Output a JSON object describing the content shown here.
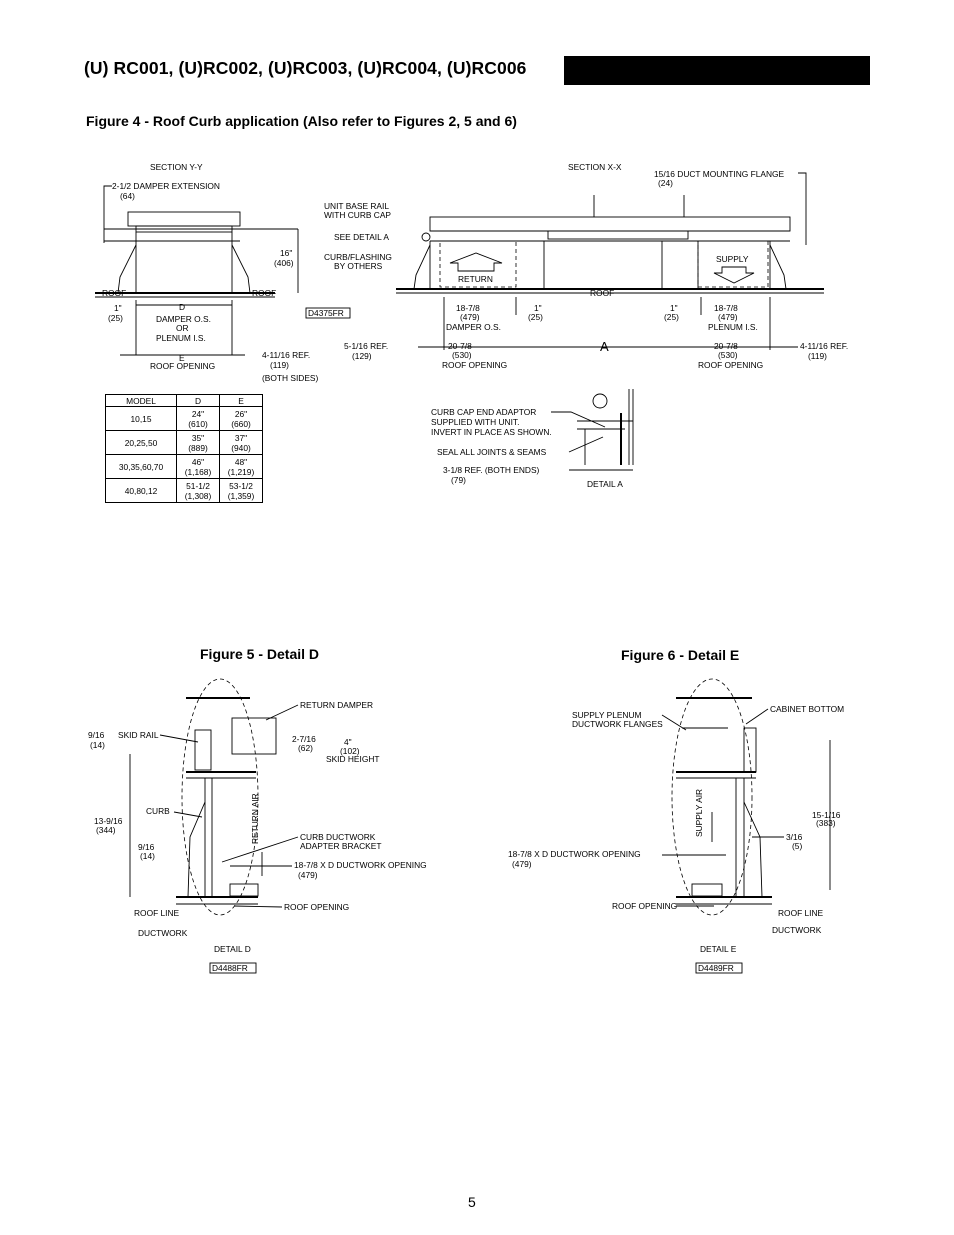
{
  "header": {
    "title": "(U) RC001, (U)RC002, (U)RC003, (U)RC004, (U)RC006"
  },
  "figure4": {
    "caption": "Figure 4 - Roof Curb application (Also refer to Figures 2, 5 and 6)",
    "section_yy": {
      "title": "SECTION Y-Y",
      "damper_ext": "2-1/2 DAMPER EXTENSION",
      "damper_ext_mm": "(64)",
      "height": "16\"",
      "height_mm": "(406)",
      "roof_left": "ROOF",
      "roof_right": "ROOF",
      "gap": "1\"",
      "gap_mm": "(25)",
      "d_letter": "D",
      "d_line1": "DAMPER O.S.",
      "d_line2": "OR",
      "d_line3": "PLENUM I.S.",
      "e_letter": "E",
      "e_label": "ROOF OPENING",
      "ref": "4-11/16 REF.",
      "ref_mm": "(119)",
      "ref_note": "(BOTH SIDES)",
      "drawing_no": "D4375FR"
    },
    "section_xx": {
      "title": "SECTION X-X",
      "flange": "15/16 DUCT MOUNTING FLANGE",
      "flange_mm": "(24)",
      "base_rail_1": "UNIT BASE RAIL",
      "base_rail_2": "WITH CURB CAP",
      "see_detail": "SEE DETAIL A",
      "curb_flash_1": "CURB/FLASHING",
      "curb_flash_2": "BY OTHERS",
      "return": "RETURN",
      "supply": "SUPPLY",
      "roof": "ROOF",
      "left_dim": "18-7/8",
      "left_dim_mm": "(479)",
      "left_dim_label": "DAMPER O.S.",
      "gap1": "1\"",
      "gap1_mm": "(25)",
      "gap2": "1\"",
      "gap2_mm": "(25)",
      "right_dim": "18-7/8",
      "right_dim_mm": "(479)",
      "right_dim_label": "PLENUM I.S.",
      "ref_left": "5-1/16 REF.",
      "ref_left_mm": "(129)",
      "open_left": "20-7/8",
      "open_left_mm": "(530)",
      "open_left_label": "ROOF OPENING",
      "a_letter": "A",
      "open_right": "20-7/8",
      "open_right_mm": "(530)",
      "open_right_label": "ROOF OPENING",
      "ref_right": "4-11/16 REF.",
      "ref_right_mm": "(119)"
    },
    "table": {
      "headers": [
        "MODEL",
        "D",
        "E"
      ],
      "rows": [
        {
          "model": "10,15",
          "d": "24\"",
          "d_mm": "(610)",
          "e": "26\"",
          "e_mm": "(660)"
        },
        {
          "model": "20,25,50",
          "d": "35\"",
          "d_mm": "(889)",
          "e": "37\"",
          "e_mm": "(940)"
        },
        {
          "model": "30,35,60,70",
          "d": "46\"",
          "d_mm": "(1,168)",
          "e": "48\"",
          "e_mm": "(1,219)"
        },
        {
          "model": "40,80,12",
          "d": "51-1/2",
          "d_mm": "(1,308)",
          "e": "53-1/2",
          "e_mm": "(1,359)"
        }
      ]
    },
    "detail_a": {
      "adaptor_1": "CURB CAP END ADAPTOR",
      "adaptor_2": "SUPPLIED WITH UNIT.",
      "adaptor_3": "INVERT IN PLACE AS SHOWN.",
      "seal": "SEAL ALL JOINTS & SEAMS",
      "ref": "3-1/8 REF. (BOTH ENDS)",
      "ref_mm": "(79)",
      "label": "DETAIL A"
    }
  },
  "figure5": {
    "caption": "Figure 5 - Detail D",
    "return_damper": "RETURN DAMPER",
    "skid_rail": "SKID RAIL",
    "dim_916a": "9/16",
    "dim_916a_mm": "(14)",
    "dim_2716": "2-7/16",
    "dim_2716_mm": "(62)",
    "dim_4": "4\"",
    "dim_4_mm": "(102)",
    "skid_height": "SKID HEIGHT",
    "curb": "CURB",
    "dim_13916": "13-9/16",
    "dim_13916_mm": "(344)",
    "return_air": "RETURN AIR",
    "bracket_1": "CURB DUCTWORK",
    "bracket_2": "ADAPTER BRACKET",
    "dim_916b": "9/16",
    "dim_916b_mm": "(14)",
    "opening": "18-7/8 X D DUCTWORK OPENING",
    "opening_mm": "(479)",
    "roof_line": "ROOF LINE",
    "roof_opening": "ROOF OPENING",
    "ductwork": "DUCTWORK",
    "label": "DETAIL D",
    "drawing_no": "D4488FR"
  },
  "figure6": {
    "caption": "Figure 6 - Detail E",
    "plenum_1": "SUPPLY PLENUM",
    "plenum_2": "DUCTWORK FLANGES",
    "cabinet": "CABINET BOTTOM",
    "supply_air": "SUPPLY AIR",
    "dim_15116": "15-1/16",
    "dim_15116_mm": "(383)",
    "dim_316": "3/16",
    "dim_316_mm": "(5)",
    "opening": "18-7/8 X D DUCTWORK OPENING",
    "opening_mm": "(479)",
    "roof_opening": "ROOF OPENING",
    "roof_line": "ROOF LINE",
    "ductwork": "DUCTWORK",
    "label": "DETAIL E",
    "drawing_no": "D4489FR"
  },
  "page_number": "5"
}
